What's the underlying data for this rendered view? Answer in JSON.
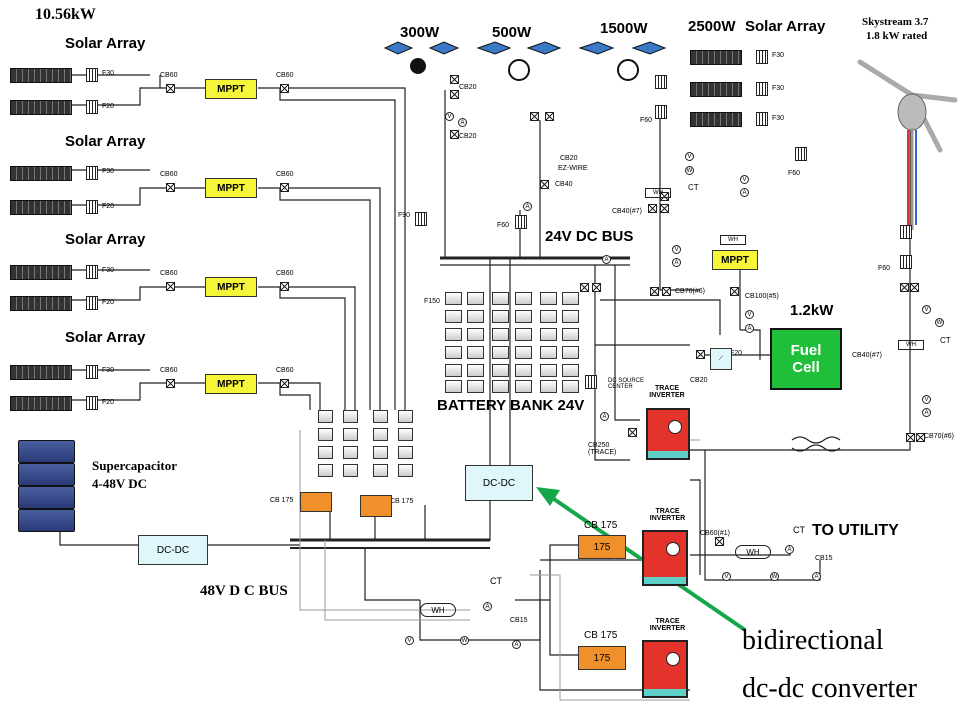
{
  "labels": {
    "total_power": "10.56kW",
    "solar_array_1": "Solar Array",
    "solar_array_2": "Solar Array",
    "solar_array_3": "Solar Array",
    "solar_array_4": "Solar Array",
    "solar_array_right": "Solar Array",
    "w300": "300W",
    "w500": "500W",
    "w1500": "1500W",
    "w2500": "2500W",
    "skystream": "Skystream 3.7",
    "skystream_rating": "1.8 kW rated",
    "bus24": "24V DC BUS",
    "battery_bank": "BATTERY BANK 24V",
    "bus48": "48V D C BUS",
    "supercap": "Supercapacitor",
    "supercap_range": "4-48V DC",
    "fuel_kw": "1.2kW",
    "to_utility": "TO UTILITY",
    "annotation_line1": "bidirectional",
    "annotation_line2": "dc-dc converter",
    "dc_source_center": "DC SOURCE CENTER",
    "ct1": "CT",
    "ct2": "CT",
    "ct3": "CT",
    "ct4": "CT",
    "ez_wire": "EZ-WIRE"
  },
  "components": {
    "mppt": "MPPT",
    "dcdc": "DC-DC",
    "fuel_cell": "Fuel Cell",
    "cb175_box": "175",
    "trace_inverter": "TRACE INVERTER",
    "wh": "WH"
  },
  "breakers": {
    "cb60": "CB60",
    "cb175": "CB 175",
    "cb175_small": "CB 175",
    "cb20": "CB20",
    "cb40": "CB40",
    "cb40_7": "CB40(#7)",
    "cb70_6": "CB70(#6)",
    "cb100_5": "CB100(#5)",
    "cb60_1": "CB60(#1)",
    "cb250_trace": "CB250 (TRACE)",
    "cb15": "CB15"
  },
  "fuses": {
    "f30": "F30",
    "f20": "F20",
    "f60": "F60",
    "f90": "F90",
    "f150": "F150"
  },
  "colors": {
    "mppt": "#f5f53a",
    "dcdc": "#dff6fb",
    "cb175": "#f0902a",
    "inverter": "#e3332b",
    "fuel_cell": "#1fbf3a",
    "arrow": "#14a84a",
    "wind_blade_stripe_red": "#d33",
    "wind_blade_stripe_blue": "#36c"
  }
}
